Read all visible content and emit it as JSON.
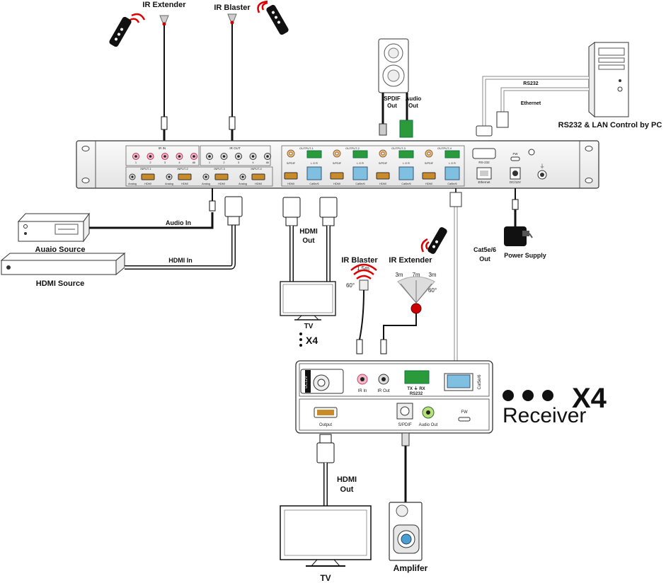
{
  "labels": {
    "ir_extender_top": "IR Extender",
    "ir_blaster_top": "IR Blaster",
    "spdif_out": "SPDIF",
    "spdif_out2": "Out",
    "audio_out_top": "Audio",
    "audio_out_top2": "Out",
    "rs232": "RS232",
    "ethernet": "Ethernet",
    "rs232_lan_control": "RS232 & LAN Control by PC",
    "audio_in": "Audio In",
    "audio_source": "Auaio Source",
    "hdmi_in": "HDMI In",
    "hdmi_source": "HDMI Source",
    "hdmi_out_mid": "HDMI",
    "hdmi_out_mid2": "Out",
    "tv_mid": "TV",
    "x4_mid": "X4",
    "ir_blaster_mid": "IR Blaster",
    "ir_blaster_range": "1.5m",
    "ir_blaster_angle": "60°",
    "ir_extender_mid": "IR Extender",
    "ir_ext_3m_left": "3m",
    "ir_ext_7m": "7m",
    "ir_ext_3m_right": "3m",
    "ir_ext_angle": "60°",
    "cat_out": "Cat5e/6",
    "cat_out2": "Out",
    "power_supply": "Power Supply",
    "receiver": "Receiver",
    "receiver_x4": "X4",
    "hdmi_out_bottom": "HDMI",
    "hdmi_out_bottom2": "Out",
    "tv_bottom": "TV",
    "amplifier": "Amplifer"
  },
  "panel": {
    "ir_in": "IR IN",
    "ir_out": "IR OUT",
    "ir_nums": [
      "1",
      "2",
      "3",
      "4",
      "All"
    ],
    "inputs": [
      "INPUT-1",
      "INPUT-2",
      "INPUT-3",
      "INPUT-4"
    ],
    "analog": "Analog",
    "hdmi": "HDMI",
    "outputs": [
      "OUTPUT-1",
      "OUTPUT-2",
      "OUTPUT-3",
      "OUTPUT-4"
    ],
    "spdif": "S/PDIF",
    "lgr": "L  G  R",
    "cat5e": "Cat5e/6",
    "rs232": "RS-232",
    "ethernet": "Ethernet",
    "fw": "FW",
    "dc12v": "DC/12V"
  },
  "receiver_panel": {
    "dc12v": "DC12V",
    "ir_in": "IR In",
    "ir_out": "IR Out",
    "txrx": "TX  ⏚  RX",
    "rs232": "RS232",
    "cat": "Cat5e/6",
    "output": "Output",
    "spdif": "S/PDIF",
    "audio_out": "Audio Out",
    "fw": "FW"
  }
}
